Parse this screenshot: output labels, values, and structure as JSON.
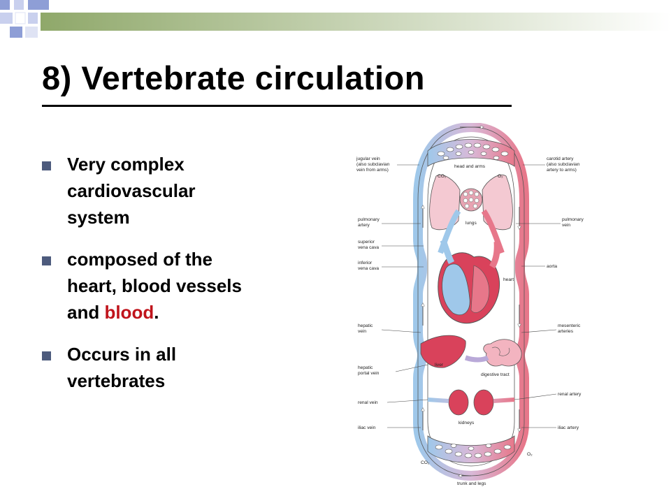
{
  "slide": {
    "title": "8) Vertebrate circulation",
    "bullets": [
      {
        "lines": [
          "Very complex",
          "cardiovascular",
          "system"
        ]
      },
      {
        "lines": [
          "composed of the",
          "heart, blood vessels"
        ],
        "last_plain": "and ",
        "last_highlight": "blood",
        "last_tail": "."
      },
      {
        "lines": [
          "Occurs in all",
          "vertebrates"
        ]
      }
    ]
  },
  "diagram": {
    "labels": {
      "jugular": [
        "jugular vein",
        "(also subclavian",
        "vein from arms)"
      ],
      "head_arms": "head and arms",
      "carotid": [
        "carotid artery",
        "(also subclavian",
        "artery to arms)"
      ],
      "co2_top": "CO₂",
      "o2_top": "O₂",
      "pulmonary_artery": [
        "pulmonary",
        "artery"
      ],
      "lungs": "lungs",
      "pulmonary_vein": [
        "pulmonary",
        "vein"
      ],
      "superior_vena_cava": [
        "superior",
        "vena cava"
      ],
      "inferior_vena_cava": [
        "inferior",
        "vena cava"
      ],
      "aorta": "aorta",
      "heart": "heart",
      "hepatic_vein": [
        "hepatic",
        "vein"
      ],
      "mesenteric": [
        "mesenteric",
        "arteries"
      ],
      "liver": "liver",
      "hepatic_portal_vein": [
        "hepatic",
        "portal vein"
      ],
      "digestive_tract": "digestive tract",
      "renal_vein": "renal vein",
      "renal_artery": "renal artery",
      "kidneys": "kidneys",
      "iliac_vein": "iliac vein",
      "iliac_artery": "iliac artery",
      "co2_bottom": "CO₂",
      "o2_bottom": "O₂",
      "trunk_legs": "trunk and legs"
    }
  },
  "colors": {
    "vein_blue": "#9fc8ea",
    "artery_red": "#e7778a",
    "title_text": "#000000",
    "highlight_red": "#c0141c",
    "bullet_square": "#4d5b7d",
    "corner_blue": "#8e9ed6",
    "corner_green": "#a3b57e"
  }
}
